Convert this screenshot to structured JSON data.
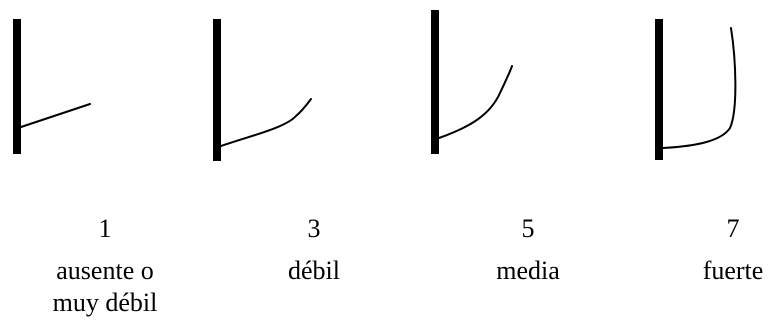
{
  "scale": {
    "items": [
      {
        "value": "1",
        "caption_lines": [
          "ausente o",
          "muy débil"
        ]
      },
      {
        "value": "3",
        "caption_lines": [
          "débil"
        ]
      },
      {
        "value": "5",
        "caption_lines": [
          "media"
        ]
      },
      {
        "value": "7",
        "caption_lines": [
          "fuerte"
        ]
      }
    ]
  }
}
